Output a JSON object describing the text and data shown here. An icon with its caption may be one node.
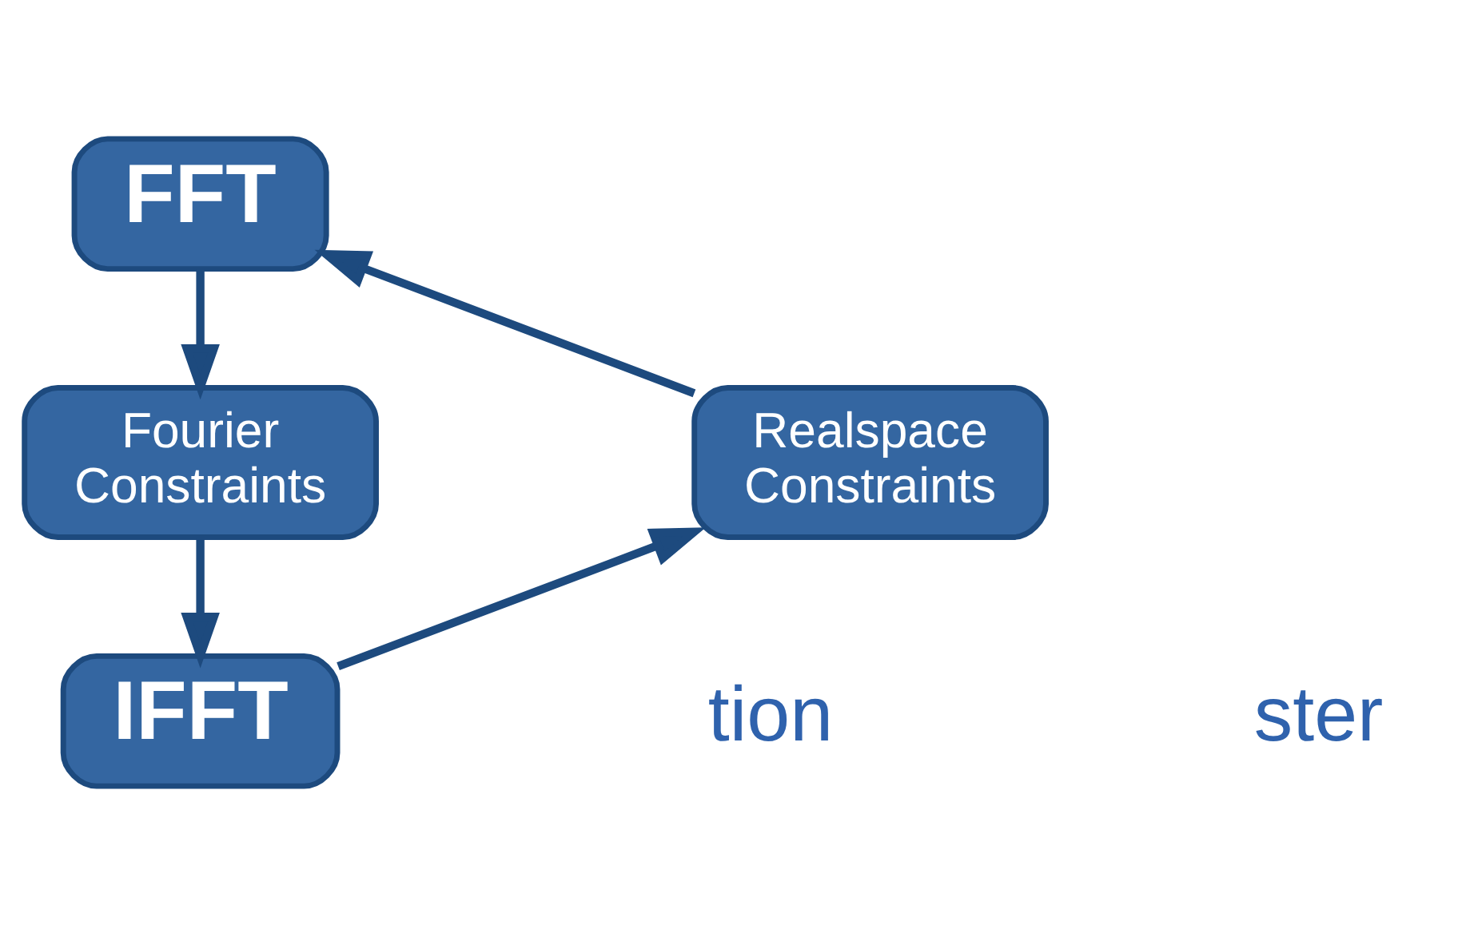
{
  "diagram": {
    "nodes": [
      {
        "text": [
          "FFT"
        ]
      },
      {
        "text": [
          "Fourier Constraints"
        ]
      },
      {
        "text": [
          "IFFT"
        ]
      },
      {
        "text": [
          "Realspace Constraints"
        ]
      }
    ],
    "edges": [
      {
        "from": 0,
        "to": 1,
        "arrow": "to"
      },
      {
        "from": 1,
        "to": 2,
        "arrow": "to"
      },
      {
        "from": 2,
        "to": 3,
        "arrow": "to"
      },
      {
        "from": 3,
        "to": 0,
        "arrow": "to"
      }
    ],
    "labels": [
      "tion",
      "ster"
    ]
  }
}
